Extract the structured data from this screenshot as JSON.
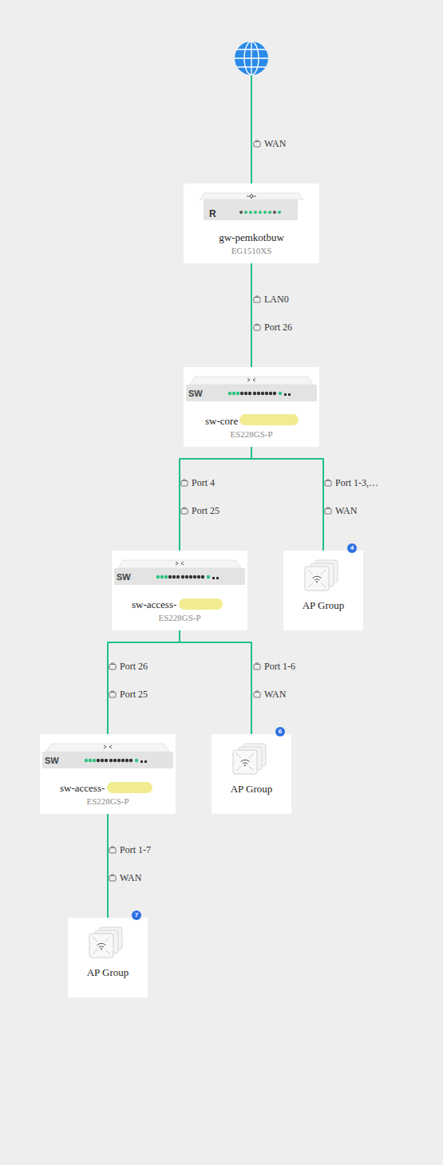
{
  "diagram": {
    "nodes": [
      {
        "text": [
          "gw-pemkotbuw",
          "EG1510XS"
        ]
      },
      {
        "text": [
          "sw-core",
          "ES228GS-P"
        ]
      },
      {
        "text": [
          "sw-access-",
          "ES228GS-P"
        ]
      },
      {
        "text": [
          "AP Group"
        ]
      },
      {
        "text": [
          "4"
        ],
        "in": 3
      },
      {
        "text": [
          "sw-access-",
          "ES228GS-P"
        ]
      },
      {
        "text": [
          "AP Group"
        ]
      },
      {
        "text": [
          "6"
        ],
        "in": 6
      },
      {
        "text": [
          "AP Group"
        ]
      },
      {
        "text": [
          "7"
        ],
        "in": 8
      }
    ],
    "edges": [
      {
        "from": 0,
        "to": 1,
        "arrow": "none",
        "label": "LAN0"
      },
      {
        "from": 1,
        "to": 2,
        "arrow": "none",
        "label": "Port 4"
      },
      {
        "from": 1,
        "to": 3,
        "arrow": "none",
        "label": "Port 1-3,…"
      },
      {
        "from": 2,
        "to": 5,
        "arrow": "none",
        "label": "Port 26"
      },
      {
        "from": 2,
        "to": 6,
        "arrow": "none",
        "label": "Port 1-6"
      },
      {
        "from": 5,
        "to": 8,
        "arrow": "none",
        "label": "Port 1-7"
      }
    ],
    "labels": [
      "WAN",
      "R",
      "Port 26",
      "SW",
      "Port 25",
      "WAN",
      "SW",
      "Port 25",
      "WAN",
      "SW",
      "WAN"
    ]
  }
}
